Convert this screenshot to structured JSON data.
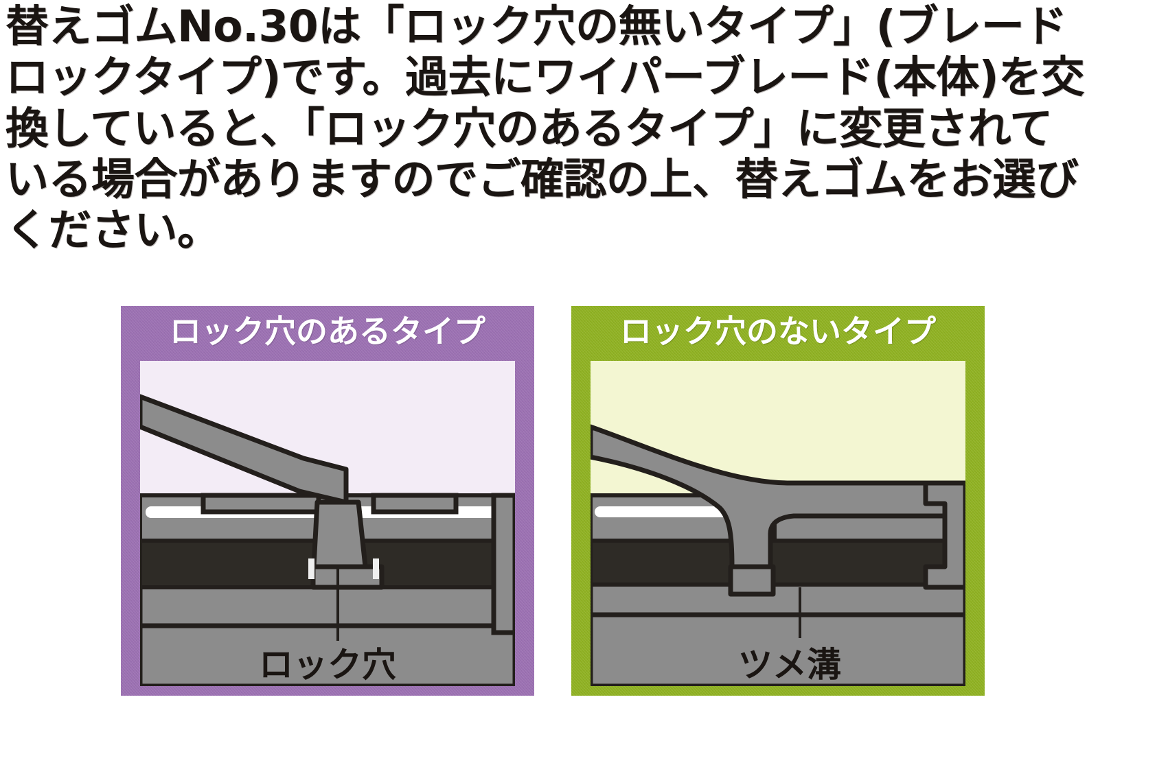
{
  "intro": {
    "paragraph": "替えゴムNo.30は「ロック穴の無いタイプ」(ブレードロックタイプ)です。過去にワイパーブレード(本体)を交換していると、「ロック穴のあるタイプ」に変更されている場合がありますのでご確認の上、替えゴムをお選びください。"
  },
  "panels": [
    {
      "id": "lock-hole",
      "title": "ロック穴のあるタイプ",
      "caption": "ロック穴",
      "header_color": "#9b70b2",
      "canvas_color": "#f3ecf6"
    },
    {
      "id": "no-lock",
      "title": "ロック穴のないタイプ",
      "caption": "ツメ溝",
      "header_color": "#8fb122",
      "canvas_color": "#f3f6d2"
    }
  ],
  "diagram_colors": {
    "metal_gray": "#8c8c8c",
    "metal_gray_light": "#9a9a9a",
    "rubber_dark": "#2e2b26",
    "outline": "#231f1c",
    "highlight_white": "#ffffff"
  }
}
